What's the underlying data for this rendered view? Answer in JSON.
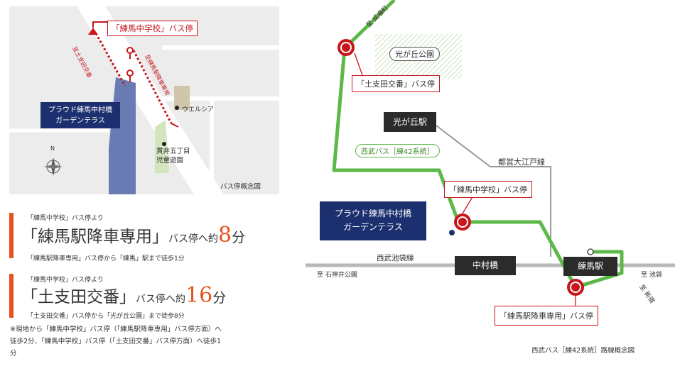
{
  "left_map": {
    "bus_stop_label": "「練馬中学校」バス停",
    "dir_left": "至土支田交番",
    "dir_right": "至練馬駅降車専用",
    "property_name": [
      "プラウド練馬中村橋",
      "ガーデンテラス"
    ],
    "welcia": "ウエルシア",
    "park": [
      "貫井五丁目",
      "児童遊園"
    ],
    "compass": "N",
    "caption": "バス停概念図"
  },
  "routes": [
    {
      "from": "「練馬中学校」バス停より",
      "dest_bracket": "「練馬駅降車専用」",
      "suffix": "バス停へ約",
      "minutes": "8",
      "unit": "分",
      "walk": "「練馬駅降車専用」バス停から「練馬」駅まで徒歩1分"
    },
    {
      "from": "「練馬中学校」バス停より",
      "dest_bracket": "「土支田交番」",
      "suffix": "バス停へ約",
      "minutes": "16",
      "unit": "分",
      "walk": "「土支田交番」バス停から「光が丘公園」まで徒歩8分"
    }
  ],
  "footnote": [
    "※現地から「練馬中学校」バス停（「練馬駅降車専用」バス停方面）へ",
    "徒歩2分、「練馬中学校」バス停（「土支田交番」バス停方面）へ徒歩1",
    "分"
  ],
  "right_map": {
    "dir_narimasu": "至 成増町",
    "park": "光が丘公園",
    "stop_doshida": "「土支田交番」バス停",
    "station_hikarigaoka": "光が丘駅",
    "bus_line": "西武バス［練42系統］",
    "oedo_line": "都営大江戸線",
    "stop_nerima_chu": "「練馬中学校」バス停",
    "property_name": [
      "プラウド練馬中村橋",
      "ガーデンテラス"
    ],
    "ikebukuro_line": "西武池袋線",
    "dir_shakujii": "至 石神井公園",
    "station_nakamurabashi": "中村橋",
    "station_nerima": "練馬駅",
    "dir_ikebukuro": "至 池袋",
    "dir_shinjuku": "至 新宿",
    "stop_nerima_eki": "「練馬駅降車専用」バス停",
    "caption": "西武バス［練42系統］路線概念図"
  },
  "colors": {
    "green_route": "#5cb848",
    "red": "#c8161d",
    "navy": "#1c2f6e",
    "dark_box": "#2b2b2b",
    "orange": "#e8501e"
  }
}
